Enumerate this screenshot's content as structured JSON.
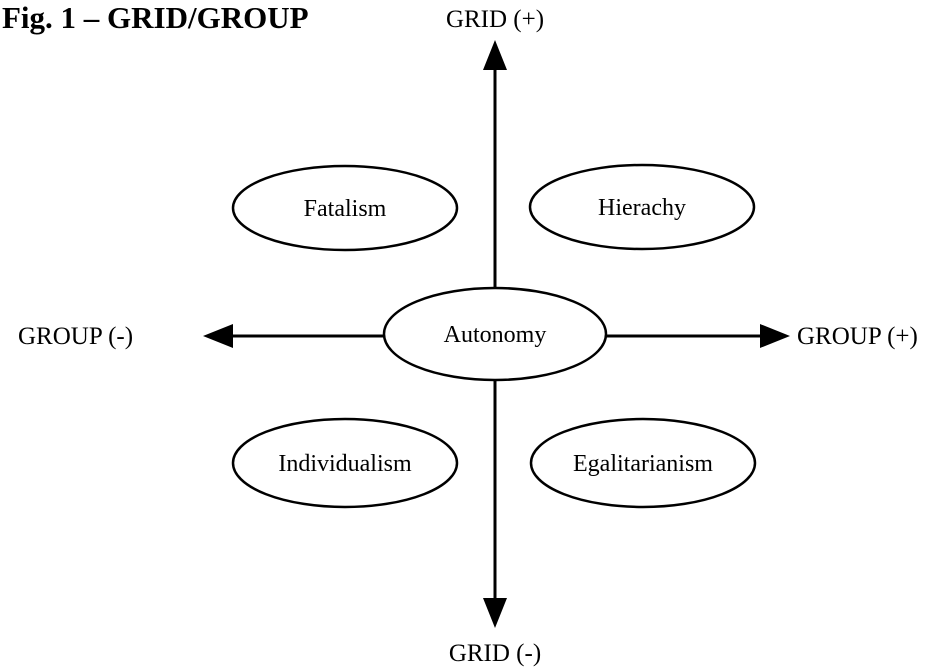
{
  "title": "Fig. 1 – GRID/GROUP",
  "axes": {
    "grid_plus": "GRID (+)",
    "grid_minus": "GRID (-)",
    "group_minus": "GROUP (-)",
    "group_plus": "GROUP (+)"
  },
  "quadrants": {
    "top_left": "Fatalism",
    "top_right": "Hierachy",
    "center": "Autonomy",
    "bottom_left": "Individualism",
    "bottom_right": "Egalitarianism"
  },
  "colors": {
    "stroke": "#000000",
    "background": "#ffffff"
  }
}
